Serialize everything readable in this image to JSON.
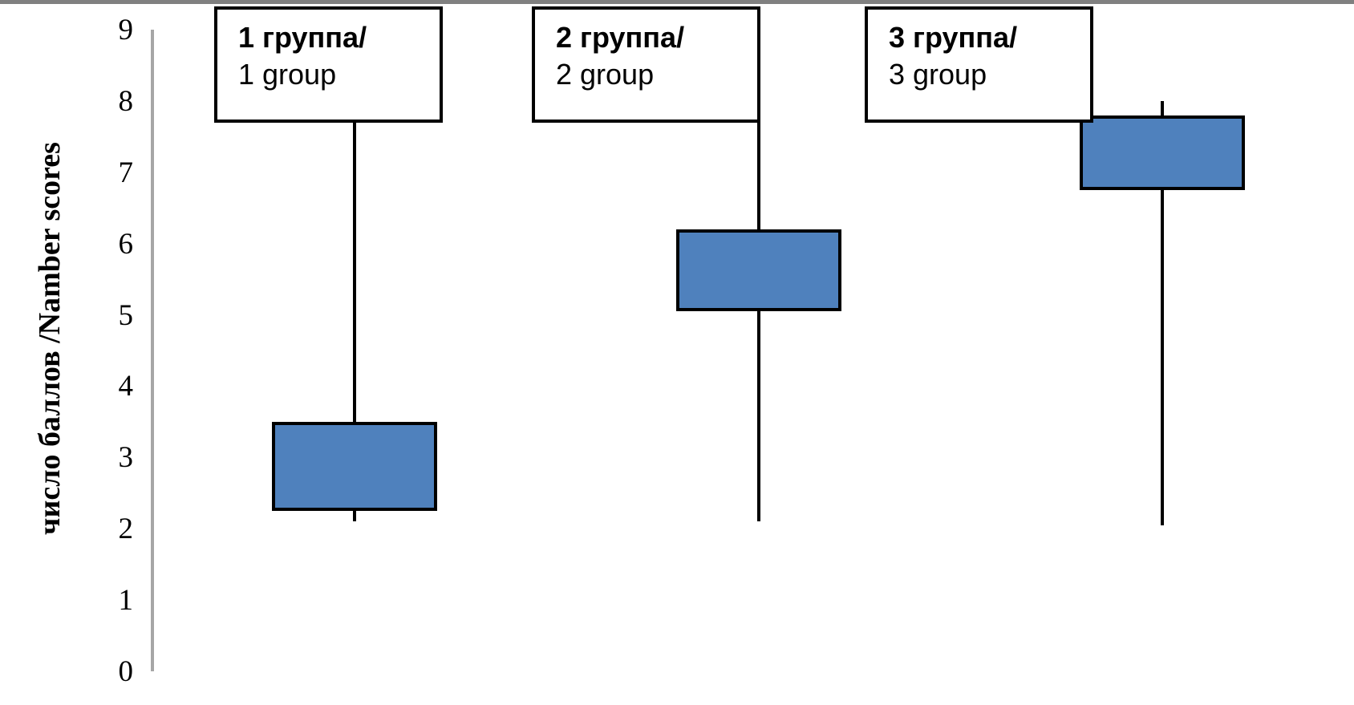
{
  "chart_data": {
    "type": "box",
    "title": "",
    "xlabel": "",
    "ylabel": "число баллов /Namber scores",
    "ylim": [
      0,
      9
    ],
    "yticks": [
      "9",
      "8",
      "7",
      "6",
      "5",
      "4",
      "3",
      "2",
      "1",
      "0"
    ],
    "grid": false,
    "legend": "none",
    "accent_color": "#4F81BD",
    "line_color": "#000000",
    "axis_color": "#A6A6A6",
    "categories": [
      "1 группа/ 1 group",
      "2 группа/ 2 group",
      "3 группа/ 3 group"
    ],
    "boxes": [
      {
        "name": "1 группа/ 1 group",
        "whisker_high": 8.1,
        "q3": 3.5,
        "q1": 2.25,
        "whisker_low": 2.1
      },
      {
        "name": "2 группа/ 2 group",
        "whisker_high": 8.0,
        "q3": 6.2,
        "q1": 5.05,
        "whisker_low": 2.1
      },
      {
        "name": "3 группа/ 3 group",
        "whisker_high": 8.0,
        "q3": 7.8,
        "q1": 6.75,
        "whisker_low": 2.05
      }
    ]
  },
  "axis": {
    "title": "число баллов /Namber scores",
    "ticks": [
      "9",
      "8",
      "7",
      "6",
      "5",
      "4",
      "3",
      "2",
      "1",
      "0"
    ]
  },
  "callouts": [
    {
      "line1": "1 группа/",
      "line2": "1 group"
    },
    {
      "line1": "2 группа/",
      "line2": "2 group"
    },
    {
      "line1": "3 группа/",
      "line2": "3 group"
    }
  ]
}
